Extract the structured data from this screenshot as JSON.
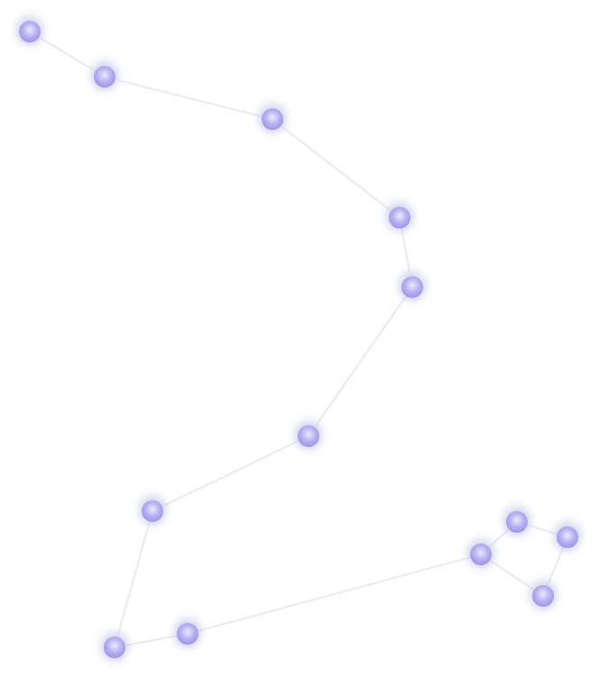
{
  "diagram": {
    "type": "constellation",
    "colors": {
      "background": "#ffffff",
      "node_fill": "#b7b0f0",
      "node_core": "#9c93e8",
      "node_highlight": "#ece9ff",
      "node_glow": "#cfd8ea",
      "edge": "#ebe8f0"
    },
    "nodes": [
      {
        "id": "n1"
      },
      {
        "id": "n2"
      },
      {
        "id": "n3"
      },
      {
        "id": "n4"
      },
      {
        "id": "n5"
      },
      {
        "id": "n6"
      },
      {
        "id": "n7"
      },
      {
        "id": "n8"
      },
      {
        "id": "n9"
      },
      {
        "id": "n10"
      },
      {
        "id": "n11"
      },
      {
        "id": "n12"
      },
      {
        "id": "n13"
      }
    ],
    "edges": [
      [
        "n1",
        "n2"
      ],
      [
        "n2",
        "n3"
      ],
      [
        "n3",
        "n4"
      ],
      [
        "n4",
        "n5"
      ],
      [
        "n5",
        "n6"
      ],
      [
        "n6",
        "n7"
      ],
      [
        "n7",
        "n8"
      ],
      [
        "n8",
        "n9"
      ],
      [
        "n9",
        "n10"
      ],
      [
        "n10",
        "n11"
      ],
      [
        "n11",
        "n12"
      ],
      [
        "n12",
        "n13"
      ],
      [
        "n13",
        "n10"
      ]
    ]
  }
}
